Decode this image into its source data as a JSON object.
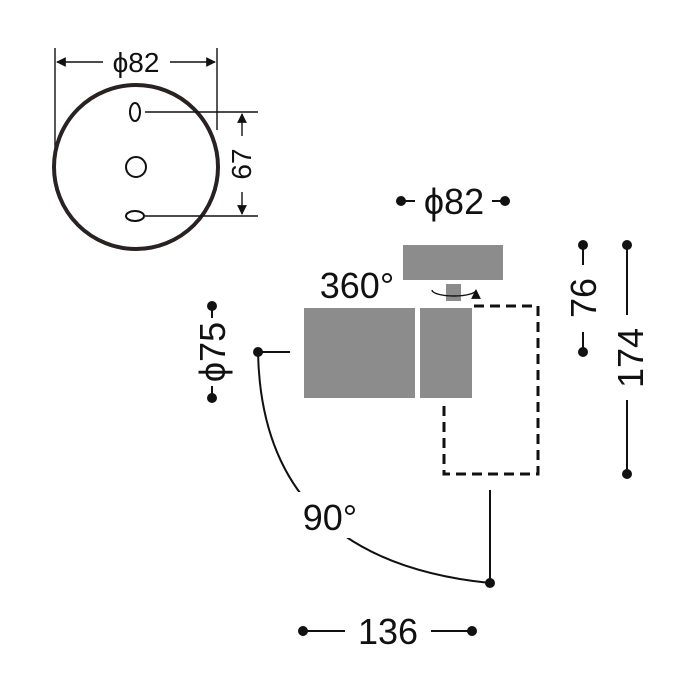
{
  "colors": {
    "ink": "#111111",
    "body": "#8c8c8c",
    "background": "#ffffff"
  },
  "top_view": {
    "diameter_label": "ϕ82",
    "hole_spacing_label": "67"
  },
  "side_view": {
    "canopy_diameter_label": "ϕ82",
    "rotation_label": "360°",
    "head_diameter_label": "ϕ75",
    "canopy_height_label": "76",
    "total_height_label": "174",
    "tilt_label": "90°",
    "projection_label": "136"
  },
  "icons": {
    "rotation": "rotation-arrow-icon"
  }
}
